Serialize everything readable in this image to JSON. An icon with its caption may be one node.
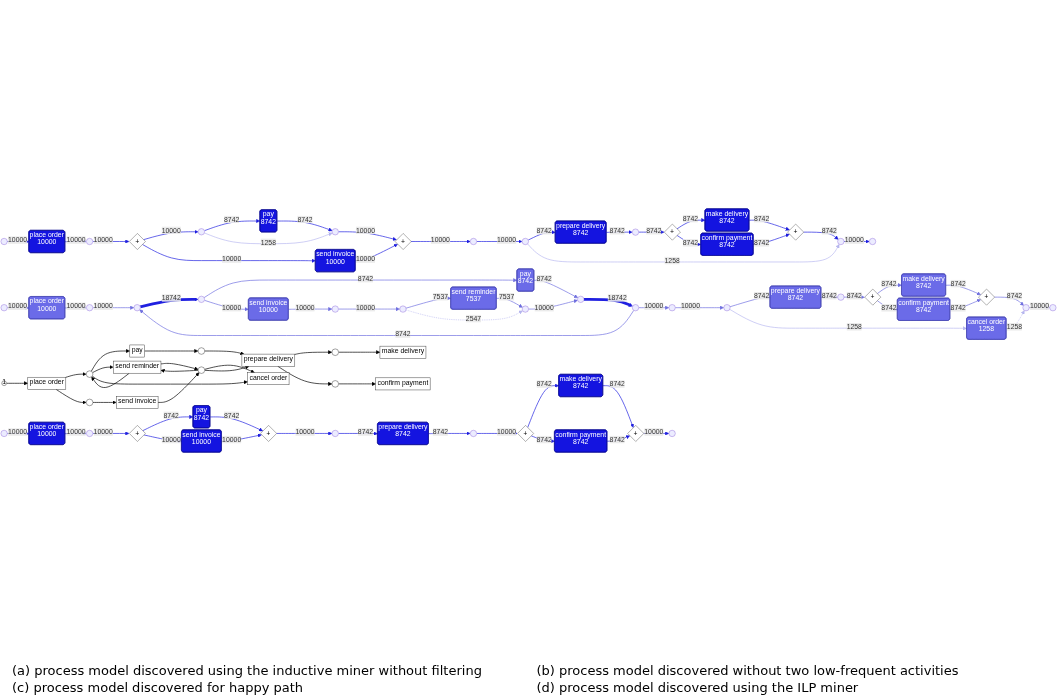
{
  "diagram": {
    "nodes": [
      {
        "text": [],
        "shape": "circle"
      },
      {
        "text": [
          "place order",
          "10000"
        ]
      },
      {
        "text": [],
        "shape": "dot"
      },
      {
        "text": [],
        "shape": "dot"
      },
      {
        "text": [],
        "shape": "dot"
      },
      {
        "text": [
          "pay",
          "8742"
        ]
      },
      {
        "text": [
          "send invoice",
          "10000"
        ]
      },
      {
        "text": [],
        "shape": "dot"
      },
      {
        "text": [],
        "shape": "dot"
      },
      {
        "text": [
          "send reminder",
          "7537"
        ]
      },
      {
        "text": [],
        "shape": "dot"
      },
      {
        "text": [],
        "shape": "dot"
      },
      {
        "text": [],
        "shape": "dot"
      },
      {
        "text": [],
        "shape": "dot"
      },
      {
        "text": [],
        "shape": "dot"
      },
      {
        "text": [
          "prepare delivery",
          "8742"
        ]
      },
      {
        "text": [
          "cancel order",
          "1258"
        ]
      },
      {
        "text": [],
        "shape": "dot"
      },
      {
        "text": [
          "+"
        ]
      },
      {
        "text": [
          "make delivery",
          "8742"
        ]
      },
      {
        "text": [
          "confirm payment",
          "8742"
        ]
      },
      {
        "text": [
          "+"
        ]
      },
      {
        "text": [],
        "shape": "dot"
      },
      {
        "text": [],
        "shape": "circle"
      },
      {
        "text": [],
        "shape": "circle"
      },
      {
        "text": [
          "place order",
          "10000"
        ]
      },
      {
        "text": [],
        "shape": "dot"
      },
      {
        "text": [
          "+"
        ]
      },
      {
        "text": [],
        "shape": "dot"
      },
      {
        "text": [
          "pay",
          "8742"
        ]
      },
      {
        "text": [],
        "shape": "dot"
      },
      {
        "text": [
          "send invoice",
          "10000"
        ]
      },
      {
        "text": [
          "+"
        ]
      },
      {
        "text": [],
        "shape": "dot"
      },
      {
        "text": [],
        "shape": "dot"
      },
      {
        "text": [
          "prepare delivery",
          "8742"
        ]
      },
      {
        "text": [],
        "shape": "dot"
      },
      {
        "text": [
          "+"
        ]
      },
      {
        "text": [
          "make delivery",
          "8742"
        ]
      },
      {
        "text": [
          "confirm payment",
          "8742"
        ]
      },
      {
        "text": [
          "+"
        ]
      },
      {
        "text": [],
        "shape": "dot"
      },
      {
        "text": [],
        "shape": "circle"
      },
      {
        "text": [],
        "shape": "circle"
      },
      {
        "text": [
          "place order",
          "10000"
        ]
      },
      {
        "text": [],
        "shape": "dot"
      },
      {
        "text": [
          "+"
        ]
      },
      {
        "text": [
          "pay",
          "8742"
        ]
      },
      {
        "text": [
          "send invoice",
          "10000"
        ]
      },
      {
        "text": [
          "+"
        ]
      },
      {
        "text": [],
        "shape": "dot"
      },
      {
        "text": [
          "prepare delivery",
          "8742"
        ]
      },
      {
        "text": [],
        "shape": "dot"
      },
      {
        "text": [
          "+"
        ]
      },
      {
        "text": [
          "make delivery",
          "8742"
        ]
      },
      {
        "text": [
          "confirm payment",
          "8742"
        ]
      },
      {
        "text": [
          "+"
        ]
      },
      {
        "text": [],
        "shape": "circle"
      },
      {
        "text": [
          "1"
        ]
      },
      {
        "text": [
          "place order"
        ]
      },
      {
        "text": [],
        "shape": "circle"
      },
      {
        "text": [],
        "shape": "circle"
      },
      {
        "text": [
          "pay"
        ]
      },
      {
        "text": [
          "send reminder"
        ]
      },
      {
        "text": [
          "send invoice"
        ]
      },
      {
        "text": [],
        "shape": "circle"
      },
      {
        "text": [],
        "shape": "circle"
      },
      {
        "text": [
          "cancel order"
        ]
      },
      {
        "text": [
          "prepare delivery"
        ]
      },
      {
        "text": [],
        "shape": "circle"
      },
      {
        "text": [],
        "shape": "circle"
      },
      {
        "text": [
          "make delivery"
        ]
      },
      {
        "text": [
          "confirm payment"
        ]
      }
    ],
    "edges": [
      {
        "from": 0,
        "to": 1,
        "arrow": "to",
        "label": "10000",
        "color": "#7070e0"
      },
      {
        "from": 1,
        "to": 2,
        "arrow": "to",
        "label": "10000",
        "color": "#7070e0"
      },
      {
        "from": 2,
        "to": 3,
        "arrow": "to",
        "label": "10000",
        "color": "#7070e0"
      },
      {
        "from": 3,
        "to": 4,
        "arrow": "to",
        "label": "18742",
        "style": "thick"
      },
      {
        "from": 4,
        "to": 5,
        "arrow": "to",
        "label": "8742",
        "color": "#7070e0"
      },
      {
        "from": 4,
        "to": 6,
        "arrow": "to",
        "label": "10000",
        "color": "#7070e0"
      },
      {
        "from": 6,
        "to": 7,
        "arrow": "to",
        "label": "10000",
        "color": "#7070e0"
      },
      {
        "from": 7,
        "to": 8,
        "arrow": "to",
        "label": "10000",
        "color": "#7070e0"
      },
      {
        "from": 8,
        "to": 9,
        "arrow": "to",
        "label": "7537",
        "color": "#7070e0"
      },
      {
        "from": 8,
        "to": 10,
        "arrow": "to",
        "label": "2547",
        "style": "dashed",
        "color": "#b8b8f0"
      },
      {
        "from": 9,
        "to": 10,
        "arrow": "to",
        "label": "7537",
        "color": "#7070e0"
      },
      {
        "from": 10,
        "to": 11,
        "arrow": "to",
        "label": "10000",
        "color": "#7070e0"
      },
      {
        "from": 5,
        "to": 11,
        "arrow": "to",
        "label": "8742",
        "color": "#7070e0"
      },
      {
        "from": 11,
        "to": 12,
        "arrow": "to",
        "label": "18742",
        "style": "thick"
      },
      {
        "from": 12,
        "to": 3,
        "arrow": "to",
        "label": "8742",
        "color": "#7070e0"
      },
      {
        "from": 12,
        "to": 13,
        "arrow": "to",
        "label": "10000",
        "color": "#7070e0"
      },
      {
        "from": 13,
        "to": 14,
        "arrow": "to",
        "label": "10000",
        "color": "#7070e0"
      },
      {
        "from": 14,
        "to": 15,
        "arrow": "to",
        "label": "8742",
        "color": "#7070e0"
      },
      {
        "from": 14,
        "to": 16,
        "arrow": "to",
        "label": "1258",
        "color": "#b8b8f0"
      },
      {
        "from": 15,
        "to": 17,
        "arrow": "to",
        "label": "8742",
        "color": "#7070e0"
      },
      {
        "from": 17,
        "to": 18,
        "arrow": "to",
        "label": "8742",
        "color": "#7070e0"
      },
      {
        "from": 18,
        "to": 19,
        "arrow": "to",
        "label": "8742",
        "color": "#7070e0"
      },
      {
        "from": 18,
        "to": 20,
        "arrow": "to",
        "label": "8742",
        "color": "#7070e0"
      },
      {
        "from": 19,
        "to": 21,
        "arrow": "to",
        "label": "8742",
        "color": "#7070e0"
      },
      {
        "from": 20,
        "to": 21,
        "arrow": "to",
        "label": "8742",
        "color": "#7070e0"
      },
      {
        "from": 21,
        "to": 22,
        "arrow": "to",
        "label": "8742",
        "color": "#7070e0"
      },
      {
        "from": 16,
        "to": 22,
        "arrow": "to",
        "label": "1258",
        "style": "dashed",
        "color": "#b8b8f0"
      },
      {
        "from": 22,
        "to": 23,
        "arrow": "to",
        "label": "10000",
        "color": "#7070e0"
      },
      {
        "from": 24,
        "to": 25,
        "arrow": "to",
        "label": "10000"
      },
      {
        "from": 25,
        "to": 26,
        "arrow": "to",
        "label": "10000"
      },
      {
        "from": 26,
        "to": 27,
        "arrow": "to",
        "label": "10000"
      },
      {
        "from": 27,
        "to": 28,
        "arrow": "to",
        "label": "10000"
      },
      {
        "from": 28,
        "to": 29,
        "arrow": "to",
        "label": "8742"
      },
      {
        "from": 28,
        "to": 30,
        "arrow": "to",
        "label": "1258",
        "color": "#b8b8f0"
      },
      {
        "from": 29,
        "to": 30,
        "arrow": "to",
        "label": "8742"
      },
      {
        "from": 30,
        "to": 32,
        "arrow": "to",
        "label": "10000"
      },
      {
        "from": 27,
        "to": 31,
        "arrow": "to",
        "label": "10000"
      },
      {
        "from": 31,
        "to": 32,
        "arrow": "to",
        "label": "10000"
      },
      {
        "from": 32,
        "to": 33,
        "arrow": "to",
        "label": "10000"
      },
      {
        "from": 33,
        "to": 34,
        "arrow": "to",
        "label": "10000"
      },
      {
        "from": 34,
        "to": 35,
        "arrow": "to",
        "label": "8742"
      },
      {
        "from": 34,
        "to": 41,
        "arrow": "to",
        "label": "1258",
        "color": "#b8b8f0"
      },
      {
        "from": 35,
        "to": 36,
        "arrow": "to",
        "label": "8742"
      },
      {
        "from": 36,
        "to": 37,
        "arrow": "to",
        "label": "8742"
      },
      {
        "from": 37,
        "to": 38,
        "arrow": "to",
        "label": "8742"
      },
      {
        "from": 37,
        "to": 39,
        "arrow": "to",
        "label": "8742"
      },
      {
        "from": 38,
        "to": 40,
        "arrow": "to",
        "label": "8742"
      },
      {
        "from": 39,
        "to": 40,
        "arrow": "to",
        "label": "8742"
      },
      {
        "from": 40,
        "to": 41,
        "arrow": "to",
        "label": "8742"
      },
      {
        "from": 41,
        "to": 42,
        "arrow": "to",
        "label": "10000"
      },
      {
        "from": 43,
        "to": 44,
        "arrow": "to",
        "label": "10000"
      },
      {
        "from": 44,
        "to": 45,
        "arrow": "to",
        "label": "10000"
      },
      {
        "from": 45,
        "to": 46,
        "arrow": "to",
        "label": "10000"
      },
      {
        "from": 46,
        "to": 47,
        "arrow": "to",
        "label": "8742"
      },
      {
        "from": 46,
        "to": 48,
        "arrow": "to",
        "label": "10000"
      },
      {
        "from": 47,
        "to": 49,
        "arrow": "to",
        "label": "8742"
      },
      {
        "from": 48,
        "to": 49,
        "arrow": "to",
        "label": "10000"
      },
      {
        "from": 49,
        "to": 50,
        "arrow": "to",
        "label": "10000"
      },
      {
        "from": 50,
        "to": 51,
        "arrow": "to",
        "label": "8742"
      },
      {
        "from": 51,
        "to": 52,
        "arrow": "to",
        "label": "8742"
      },
      {
        "from": 52,
        "to": 53,
        "arrow": "to",
        "label": "10000"
      },
      {
        "from": 53,
        "to": 54,
        "arrow": "to",
        "label": "8742"
      },
      {
        "from": 53,
        "to": 55,
        "arrow": "to",
        "label": "8742"
      },
      {
        "from": 54,
        "to": 56,
        "arrow": "to",
        "label": "8742"
      },
      {
        "from": 55,
        "to": 56,
        "arrow": "to",
        "label": "8742"
      },
      {
        "from": 56,
        "to": 57,
        "arrow": "to",
        "label": "10000"
      },
      {
        "from": 58,
        "to": 59,
        "arrow": "to",
        "color": "#000000"
      },
      {
        "from": 59,
        "to": 60,
        "arrow": "to",
        "color": "#000000"
      },
      {
        "from": 59,
        "to": 61,
        "arrow": "to",
        "color": "#000000"
      },
      {
        "from": 60,
        "to": 62,
        "arrow": "to",
        "color": "#000000"
      },
      {
        "from": 60,
        "to": 63,
        "arrow": "to",
        "color": "#000000"
      },
      {
        "from": 63,
        "to": 60,
        "arrow": "to",
        "color": "#000000"
      },
      {
        "from": 60,
        "to": 67,
        "arrow": "to",
        "color": "#000000"
      },
      {
        "from": 61,
        "to": 64,
        "arrow": "to",
        "color": "#000000"
      },
      {
        "from": 62,
        "to": 65,
        "arrow": "to",
        "color": "#000000"
      },
      {
        "from": 65,
        "to": 68,
        "arrow": "to",
        "color": "#000000"
      },
      {
        "from": 63,
        "to": 66,
        "arrow": "to",
        "color": "#000000"
      },
      {
        "from": 66,
        "to": 63,
        "arrow": "to",
        "color": "#000000"
      },
      {
        "from": 64,
        "to": 66,
        "arrow": "to",
        "color": "#000000"
      },
      {
        "from": 66,
        "to": 67,
        "arrow": "to",
        "color": "#000000"
      },
      {
        "from": 66,
        "to": 68,
        "arrow": "to",
        "color": "#000000"
      },
      {
        "from": 68,
        "to": 69,
        "arrow": "to",
        "color": "#000000"
      },
      {
        "from": 68,
        "to": 70,
        "arrow": "to",
        "color": "#000000"
      },
      {
        "from": 69,
        "to": 71,
        "arrow": "to",
        "color": "#000000"
      },
      {
        "from": 70,
        "to": 72,
        "arrow": "to",
        "color": "#000000"
      }
    ],
    "labels": [
      "(a) process model discovered using the inductive miner without filtering",
      "(b) process model discovered without two low-frequent activities",
      "(c) process model discovered for happy path",
      "(d) process model discovered using the ILP miner"
    ]
  }
}
